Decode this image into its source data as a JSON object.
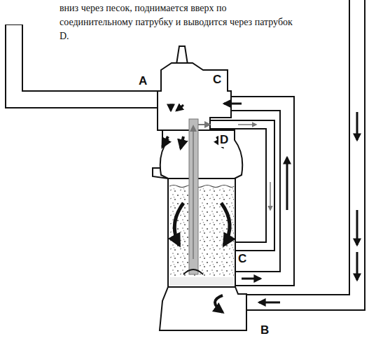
{
  "diagram": {
    "labels": [
      "вниз через песок, поднимается вверх по соединительному патрубку и выводится через патрубок D.",
      "A",
      "C",
      "D",
      "C",
      "B"
    ]
  }
}
